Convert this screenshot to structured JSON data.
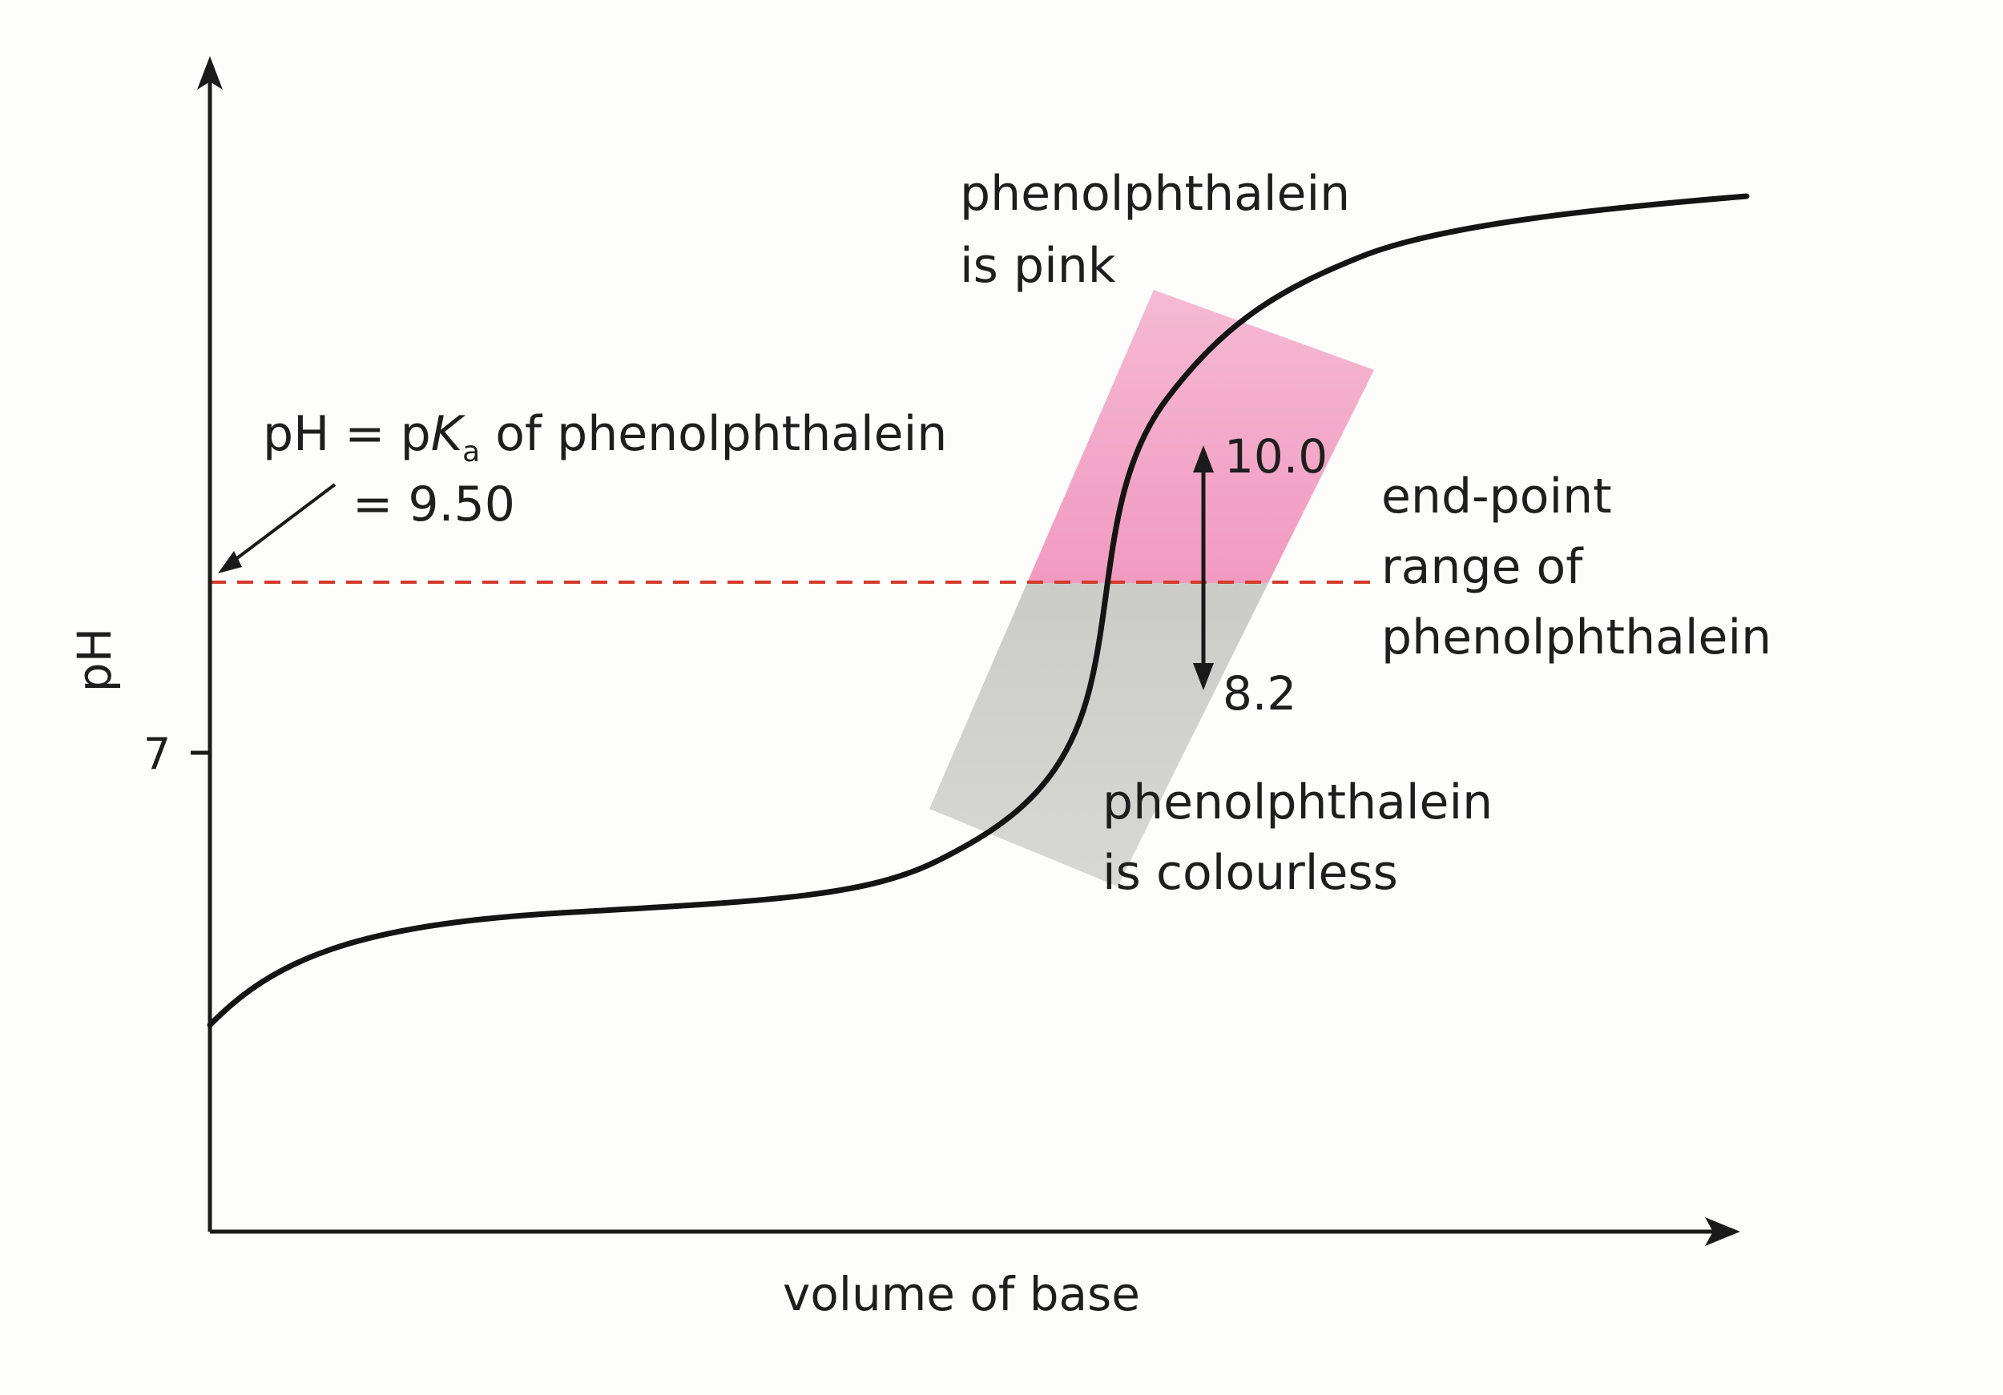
{
  "axes": {
    "x_label": "volume of base",
    "y_label": "pH",
    "y_tick": "7"
  },
  "indicator": {
    "pink_line1": "phenolphthalein",
    "pink_line2": "is pink",
    "colourless_line1": "phenolphthalein",
    "colourless_line2": "is colourless",
    "upper_value": "10.0",
    "lower_value": "8.2",
    "range_line1": "end-point",
    "range_line2": "range of",
    "range_line3": "phenolphthalein"
  },
  "pka_annotation": {
    "pre": "pH = p",
    "k": "K",
    "sub": "a",
    "post": " of phenolphthalein",
    "value_line": "= 9.50"
  },
  "colors": {
    "pink_zone": "#f2a8c6",
    "grey_zone": "#cfcfcc",
    "dashed_line": "#d23a2a",
    "curve": "#141414"
  }
}
